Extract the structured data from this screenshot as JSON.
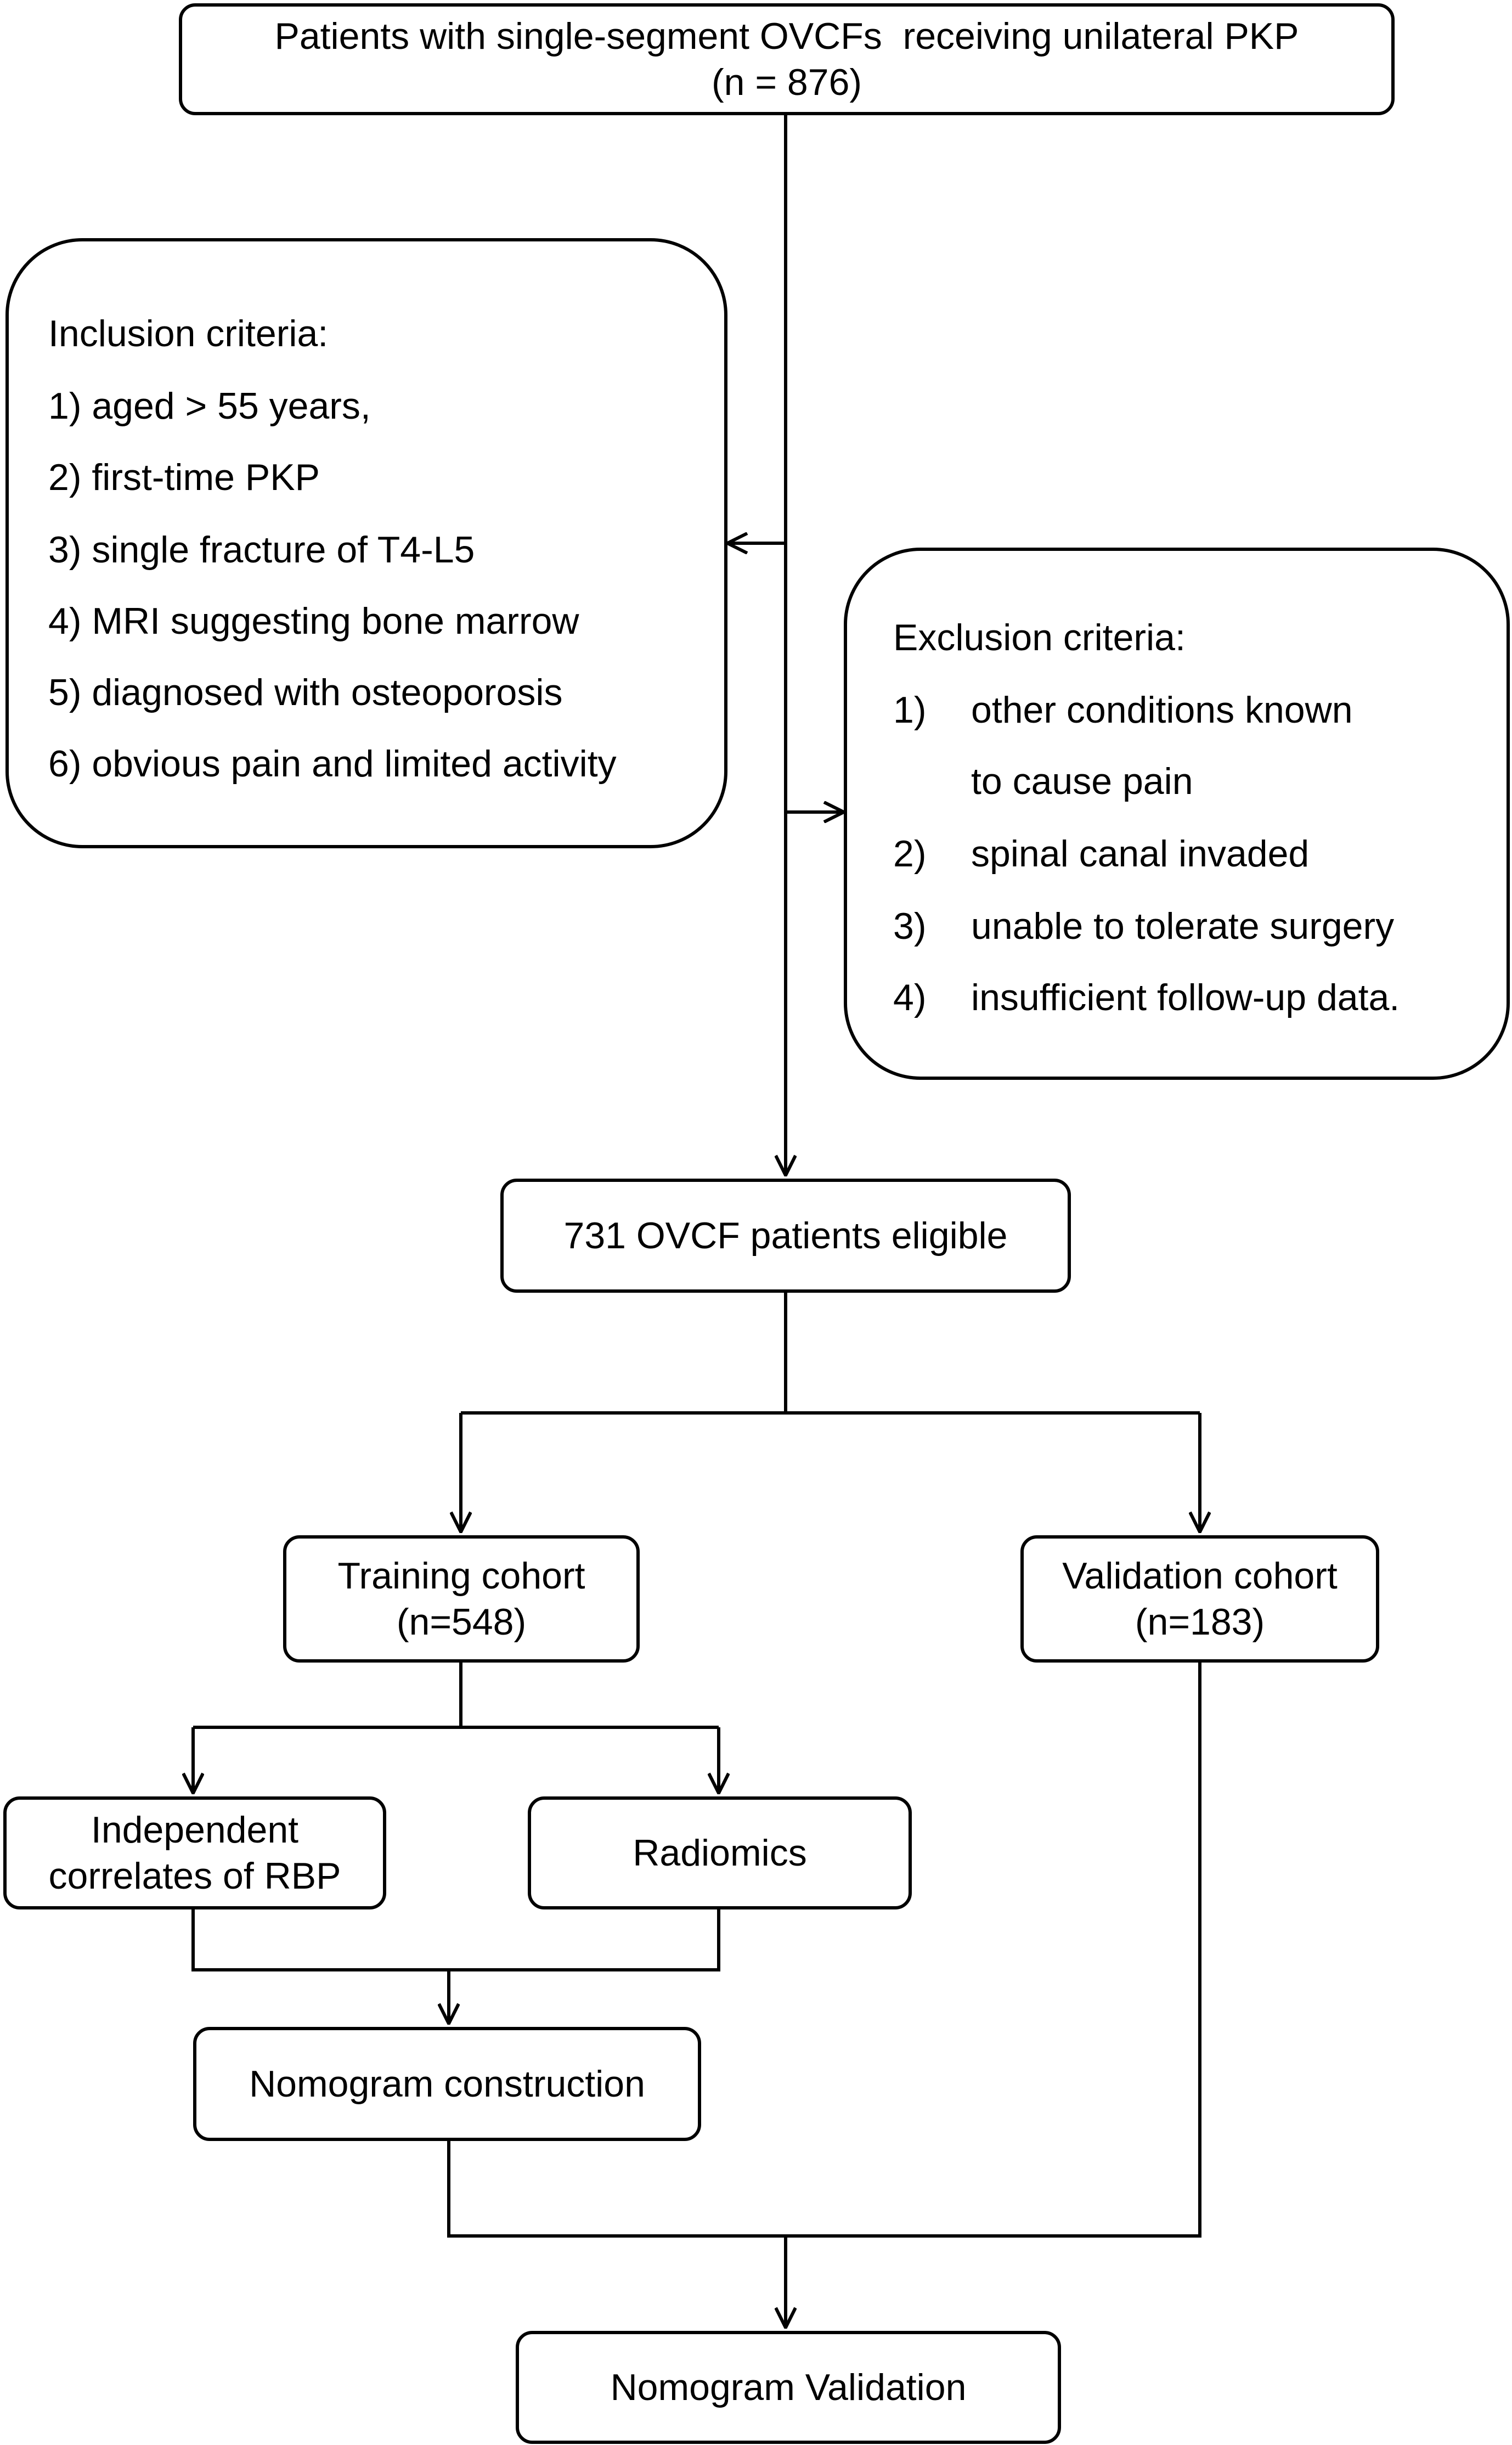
{
  "top_box": {
    "line1": "Patients with single-segment OVCFs  receiving unilateral PKP",
    "line2": "(n = 876)"
  },
  "inclusion": {
    "title": "Inclusion criteria:",
    "items": [
      "1) aged > 55 years,",
      "2) first-time PKP",
      "3) single fracture of T4-L5",
      "4) MRI suggesting bone marrow",
      "5) diagnosed with osteoporosis",
      "6) obvious pain and limited activity"
    ]
  },
  "exclusion": {
    "title": "Exclusion criteria:",
    "items": [
      {
        "num": "1)",
        "lines": [
          "other conditions known",
          "to cause pain"
        ]
      },
      {
        "num": "2)",
        "lines": [
          "spinal canal invaded"
        ]
      },
      {
        "num": "3)",
        "lines": [
          "unable to tolerate surgery"
        ]
      },
      {
        "num": "4)",
        "lines": [
          "insufficient follow-up data."
        ]
      }
    ]
  },
  "eligible_box": {
    "label": "731 OVCF patients eligible"
  },
  "training_box": {
    "line1": "Training cohort",
    "line2": "(n=548)"
  },
  "validation_box": {
    "line1": "Validation cohort",
    "line2": "(n=183)"
  },
  "independent_box": {
    "line1": "Independent",
    "line2": "correlates of RBP"
  },
  "radiomics_box": {
    "label": "Radiomics"
  },
  "nomogram_construction_box": {
    "label": "Nomogram construction"
  },
  "nomogram_validation_box": {
    "label": "Nomogram Validation"
  },
  "colors": {
    "stroke": "#000000",
    "background": "#ffffff"
  }
}
